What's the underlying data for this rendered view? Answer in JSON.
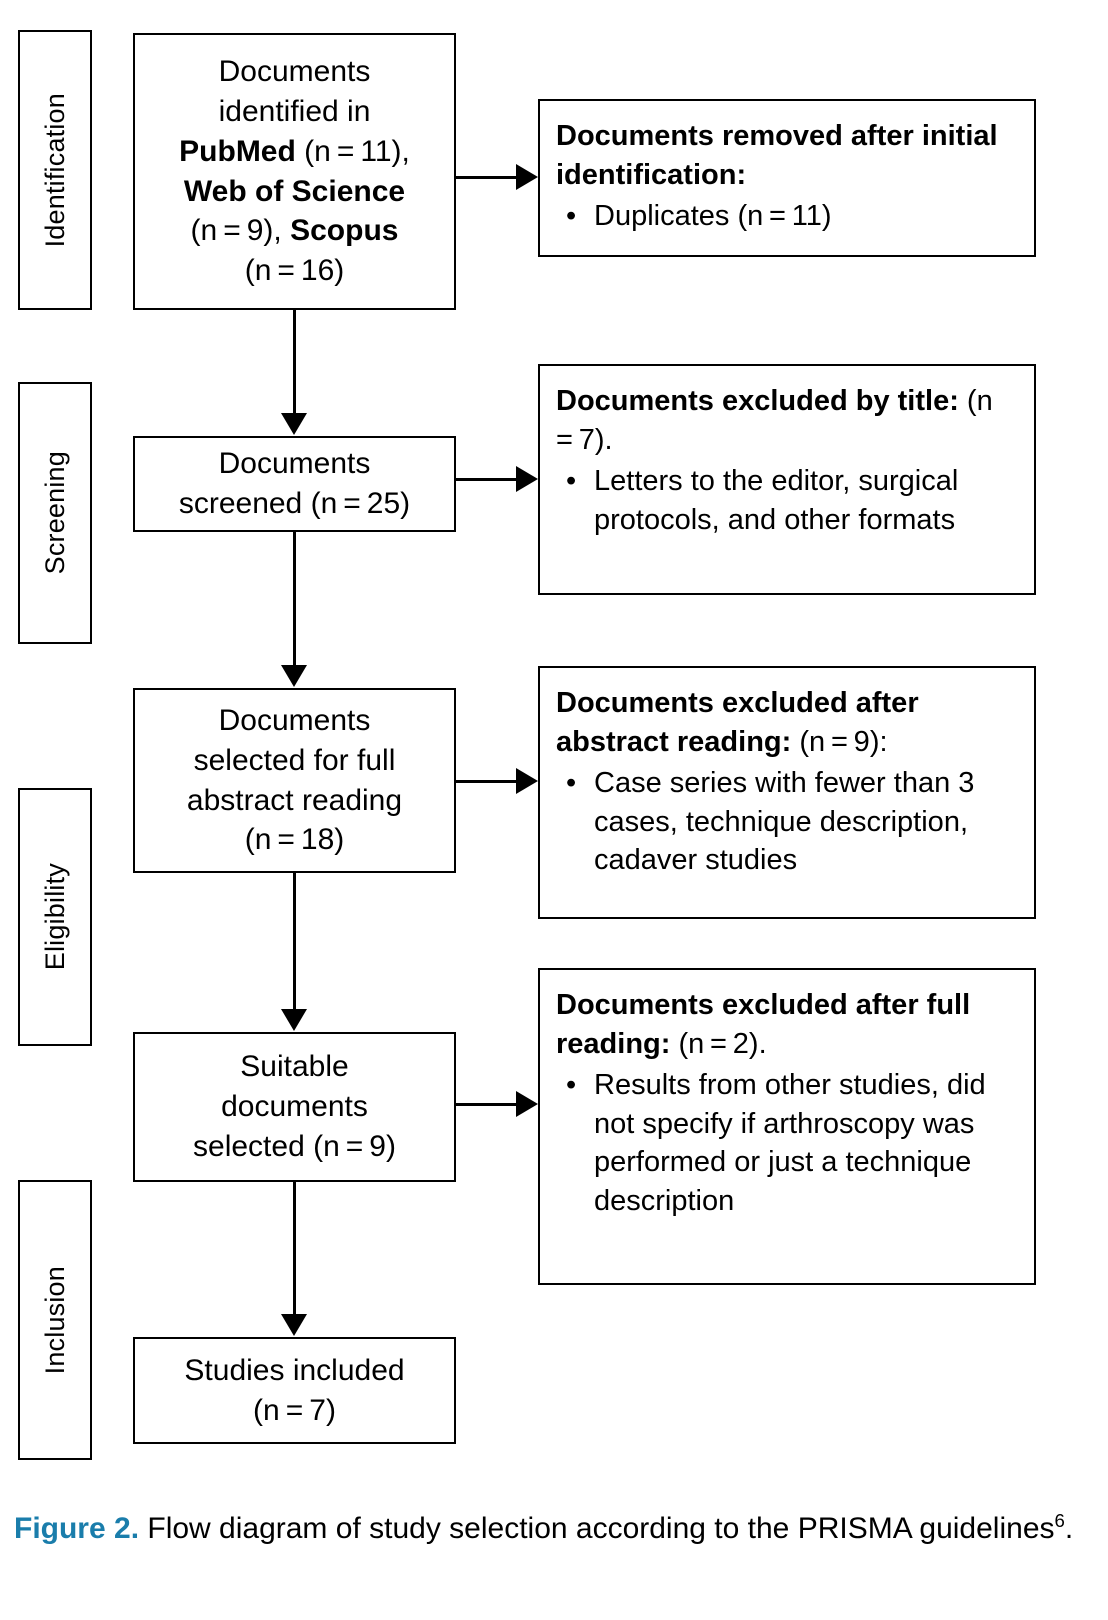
{
  "figure": {
    "number_label": "Figure 2.",
    "caption_text": " Flow diagram of study selection according to the PRISMA guidelines",
    "caption_superscript": "6",
    "caption_tail": ".",
    "accent_color": "#1a7dab"
  },
  "phases": [
    {
      "id": "identification",
      "label": "Identification"
    },
    {
      "id": "screening",
      "label": "Screening"
    },
    {
      "id": "eligibility",
      "label": "Eligibility"
    },
    {
      "id": "inclusion",
      "label": "Inclusion"
    }
  ],
  "flow": {
    "identified": {
      "line1": "Documents",
      "line2": "identified in",
      "line3_bold": "PubMed",
      "line3_rest": " (n = 11),",
      "line4_bold": "Web of Science",
      "line5_rest": "(n = 9), ",
      "line5_bold": "Scopus",
      "line6": "(n = 16)"
    },
    "screened": {
      "line1": "Documents",
      "line2": "screened (n = 25)"
    },
    "abstract_selected": {
      "line1": "Documents",
      "line2": "selected for full",
      "line3": "abstract reading",
      "line4": "(n = 18)"
    },
    "suitable": {
      "line1": "Suitable",
      "line2": "documents",
      "line3": "selected (n = 9)"
    },
    "included": {
      "line1": "Studies included",
      "line2": "(n = 7)"
    }
  },
  "exclusions": {
    "removed_initial": {
      "head_bold": "Documents removed after initial identification:",
      "head_plain": "",
      "bullets": [
        "Duplicates (n = 11)"
      ],
      "bullet_glyph": "•"
    },
    "excluded_title": {
      "head_bold": "Documents excluded by title:",
      "head_plain": " (n = 7).",
      "bullets": [
        "Letters to the editor, surgical protocols, and other formats"
      ],
      "bullet_glyph": "•"
    },
    "excluded_abstract": {
      "head_bold": "Documents excluded after abstract reading:",
      "head_plain": " (n = 9):",
      "bullets": [
        "Case series with fewer than 3 cases, technique description, cadaver studies"
      ],
      "bullet_glyph": "•"
    },
    "excluded_full": {
      "head_bold": "Documents excluded after full reading:",
      "head_plain": " (n = 2).",
      "bullets": [
        "Results from other studies, did not specify if arthroscopy was performed or just a technique description"
      ],
      "bullet_glyph": "•"
    }
  }
}
